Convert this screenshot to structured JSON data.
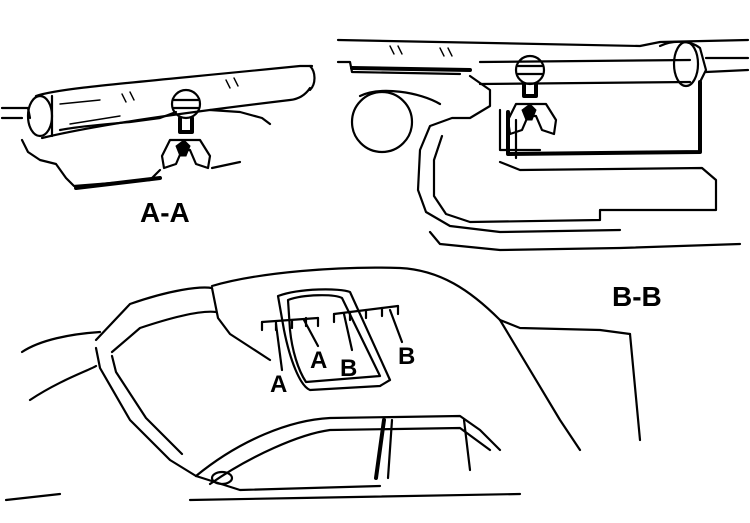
{
  "labels": {
    "section_aa": "A-A",
    "section_bb": "B-B",
    "callout_a_left": "A",
    "callout_a_right": "A",
    "callout_b_left": "B",
    "callout_b_right": "B"
  }
}
